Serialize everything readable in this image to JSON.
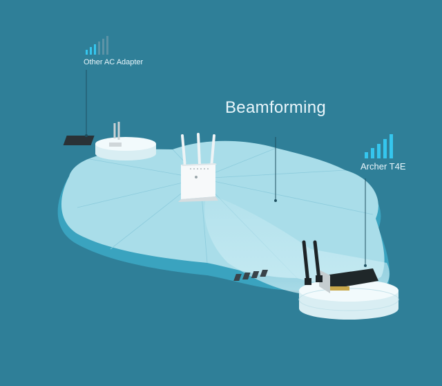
{
  "diagram": {
    "title": "Beamforming",
    "devices": [
      {
        "label": "Other AC Adapter",
        "signal_icon": "signal-bars-icon"
      },
      {
        "label": "",
        "icon": "router-icon"
      },
      {
        "label": "Archer T4E",
        "signal_icon": "signal-bars-icon"
      }
    ]
  },
  "colors": {
    "background": "#2f7f98",
    "coverage_fill": "#a9dde9",
    "coverage_edge": "#3aa3bf",
    "text": "#e9f6fb"
  }
}
